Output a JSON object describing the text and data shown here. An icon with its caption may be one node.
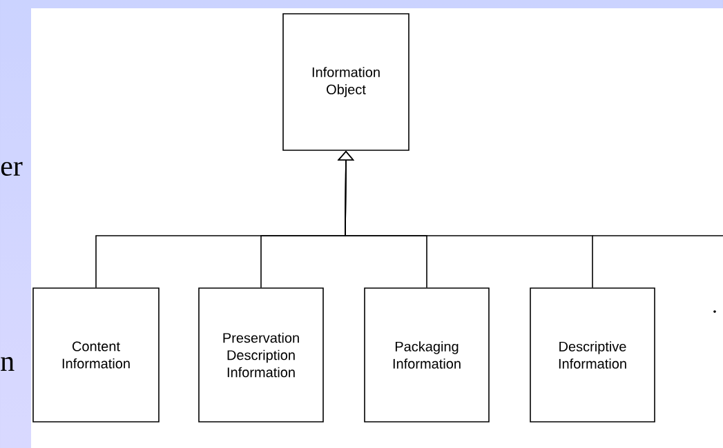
{
  "diagram": {
    "nodes": [
      {
        "text": [
          "Information Object"
        ]
      },
      {
        "text": [
          "Content Information"
        ]
      },
      {
        "text": [
          "Preservation Description Information"
        ]
      },
      {
        "text": [
          "Packaging Information"
        ]
      },
      {
        "text": [
          "Descriptive Information"
        ]
      }
    ],
    "edges": [
      {
        "from": 1,
        "to": 0,
        "arrow": "to"
      },
      {
        "from": 2,
        "to": 0,
        "arrow": "to"
      },
      {
        "from": 3,
        "to": 0,
        "arrow": "to"
      },
      {
        "from": 4,
        "to": 0,
        "arrow": "to"
      }
    ],
    "labels": [
      "er",
      "n"
    ]
  }
}
